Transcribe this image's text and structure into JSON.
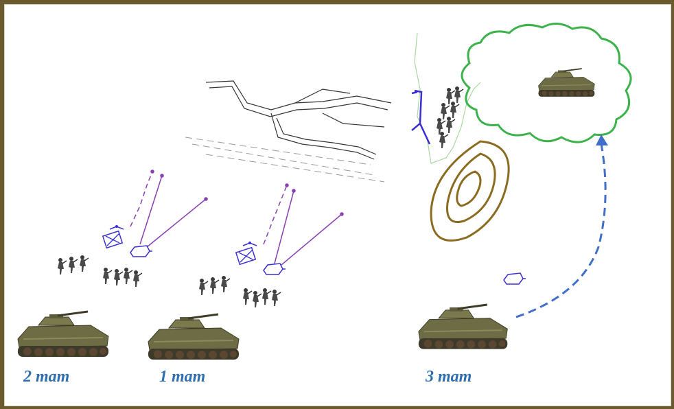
{
  "labels": {
    "platoon_2": "2 mam",
    "platoon_1": "1 mam",
    "platoon_3": "3 mam"
  },
  "colors": {
    "frame": "#6b5a2e",
    "label": "#2f6fb0",
    "forest_outline": "#3cb34a",
    "contour": "#8b6b1f",
    "tactical_symbol": "#3a2fd0",
    "fire_line": "#8a3fb0",
    "maneuver_arrow": "#3f6fc8",
    "vegetation": "#a8d9a0",
    "vehicle_hull": "#5b5a37"
  },
  "icons": [
    "infantry-fighting-vehicle-icon",
    "infantry-soldier-icon",
    "trench-icon",
    "forest-area-icon",
    "hill-contour-icon",
    "platoon-command-post-icon",
    "observation-post-icon"
  ]
}
